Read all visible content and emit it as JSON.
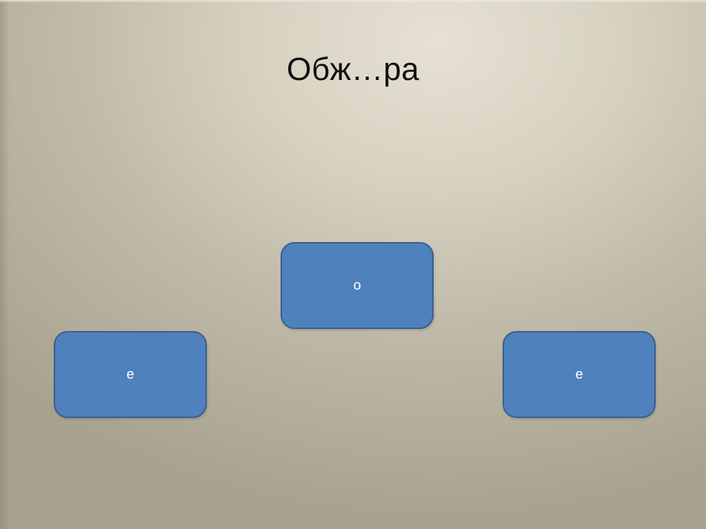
{
  "slide": {
    "title": "Обж…ра",
    "colors": {
      "background_light": "#e6e1d2",
      "background_dark": "#a7a18f",
      "node_fill": "#4f81bd",
      "node_border": "#385d8a",
      "node_text": "#ffffff",
      "title_text": "#111111"
    }
  },
  "diagram": {
    "nodes": [
      {
        "id": "top",
        "label": "о"
      },
      {
        "id": "left",
        "label": "е"
      },
      {
        "id": "right",
        "label": "е"
      }
    ]
  }
}
